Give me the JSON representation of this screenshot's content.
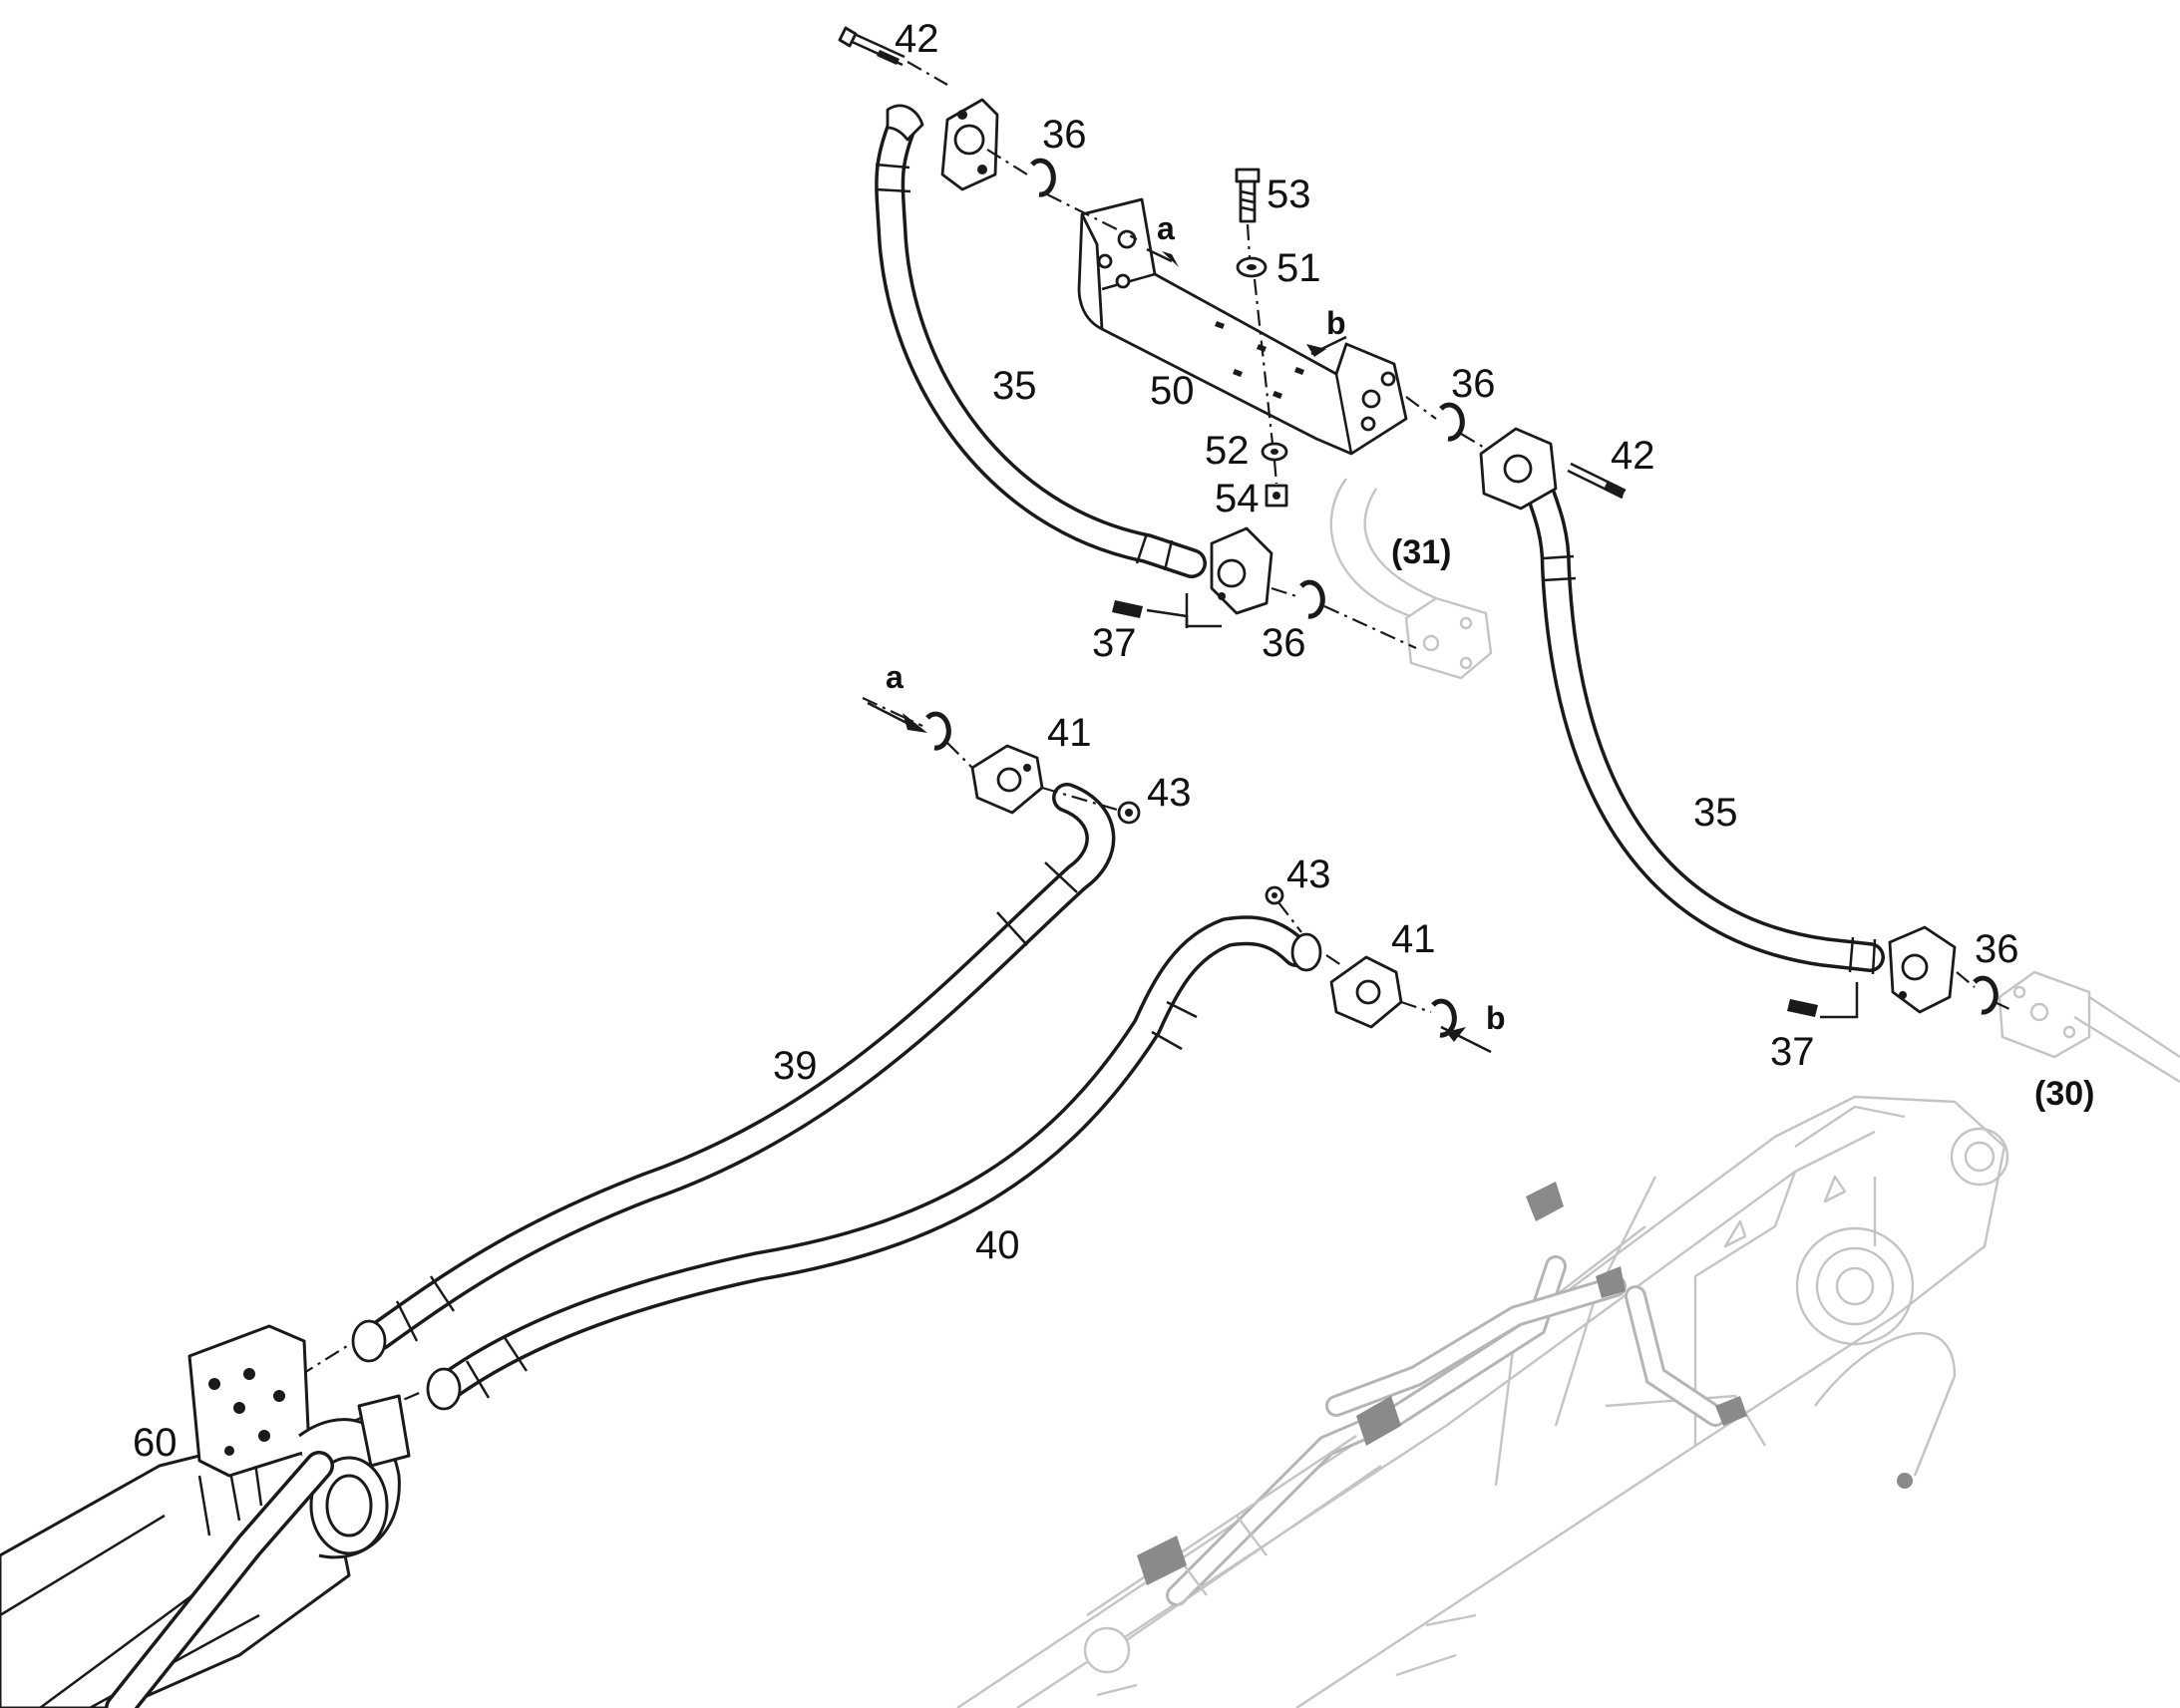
{
  "callouts": {
    "c42a": "42",
    "c36a": "36",
    "c53": "53",
    "a_top": "a",
    "c51": "51",
    "b_top": "b",
    "c35a": "35",
    "c50": "50",
    "c36b": "36",
    "c42b": "42",
    "c52": "52",
    "c54": "54",
    "ref31": "(31)",
    "c37a": "37",
    "c36c": "36",
    "a_mid": "a",
    "c41a": "41",
    "c43a": "43",
    "c35b": "35",
    "c43b": "43",
    "c41b": "41",
    "c36d": "36",
    "b_mid": "b",
    "c39": "39",
    "c37b": "37",
    "ref30": "(30)",
    "c40": "40",
    "c60": "60"
  }
}
